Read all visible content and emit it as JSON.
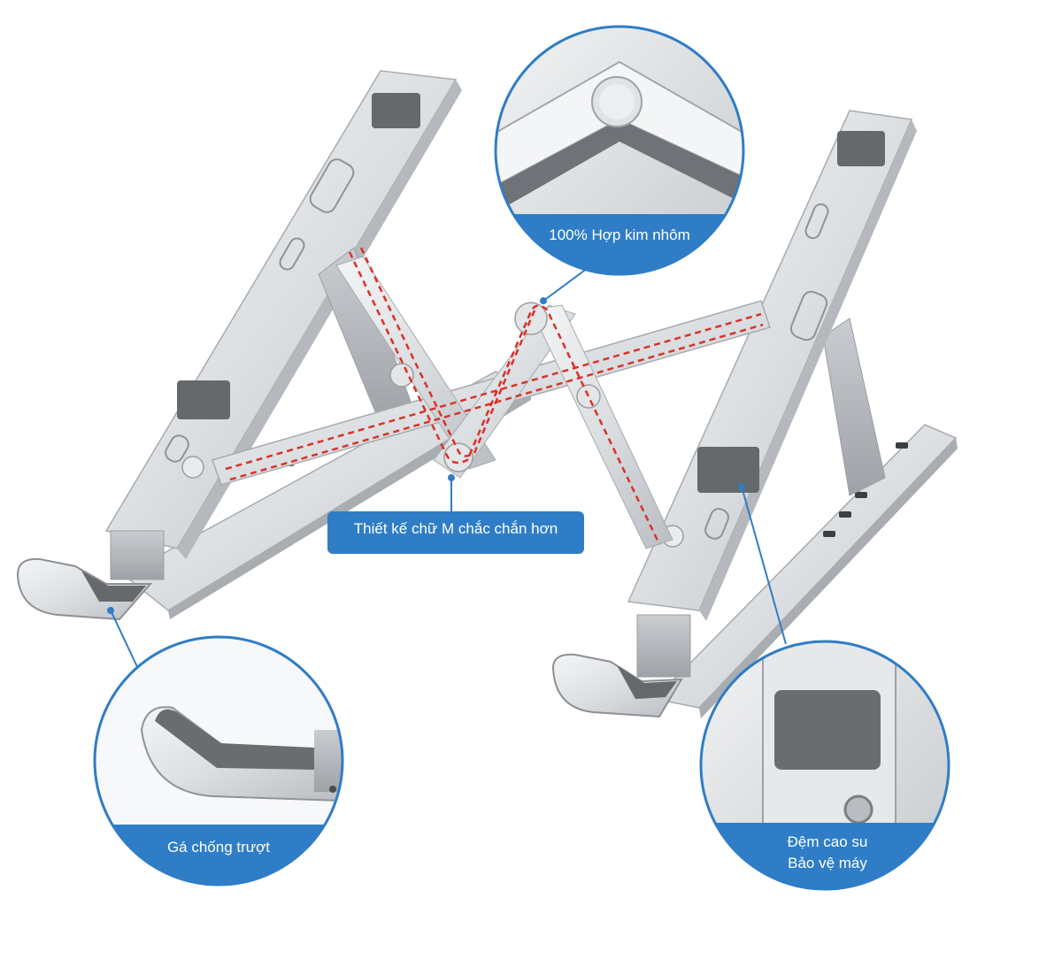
{
  "image": {
    "subject": "folding aluminium laptop stand product photo",
    "accent_color": "#2f7dc6",
    "dashed_path_color": "#d8322a",
    "metal_color": "#d9dcdf",
    "pad_color": "#6a6d70"
  },
  "callouts": {
    "alloy": "100% Hợp kim nhôm",
    "m_design": "Thiết kế chữ M chắc chắn hơn",
    "anti_slip": "Gá chống trượt",
    "rubber_pad_line1": "Đệm cao su",
    "rubber_pad_line2": "Bảo vệ máy"
  }
}
